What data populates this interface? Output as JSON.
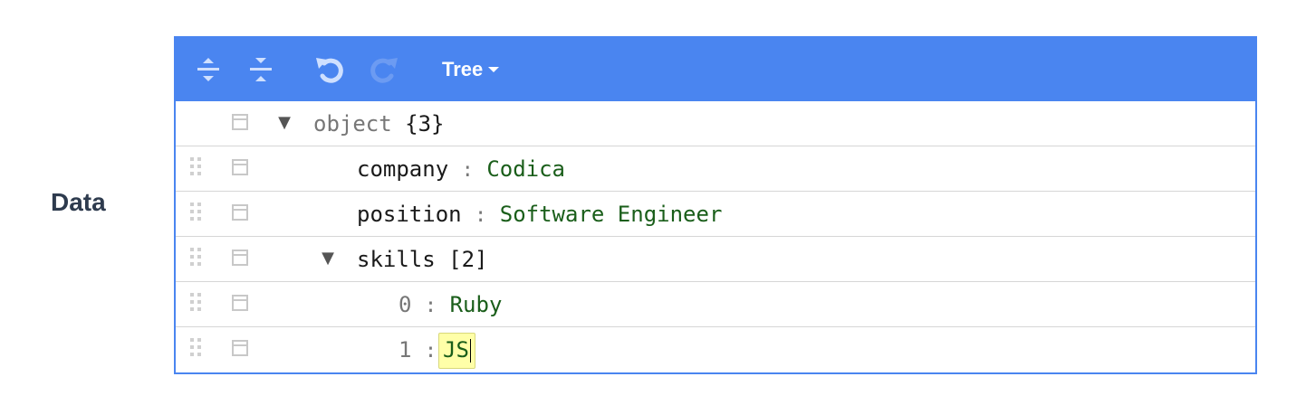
{
  "field": {
    "label": "Data"
  },
  "toolbar": {
    "expand_all_icon": "expand-all-icon",
    "collapse_all_icon": "collapse-all-icon",
    "undo_icon": "undo-icon",
    "redo_icon": "redo-icon",
    "mode_label": "Tree",
    "accent_color": "#4a85f0"
  },
  "tree": {
    "root": {
      "label": "object",
      "count": "{3}"
    },
    "company": {
      "key": "company",
      "sep": ":",
      "value": "Codica"
    },
    "position": {
      "key": "position",
      "sep": ":",
      "value": "Software Engineer"
    },
    "skills": {
      "key": "skills",
      "count": "[2]"
    },
    "skill0": {
      "index": "0",
      "sep": ":",
      "value": "Ruby"
    },
    "skill1": {
      "index": "1",
      "sep": ":",
      "value": "JS"
    }
  }
}
